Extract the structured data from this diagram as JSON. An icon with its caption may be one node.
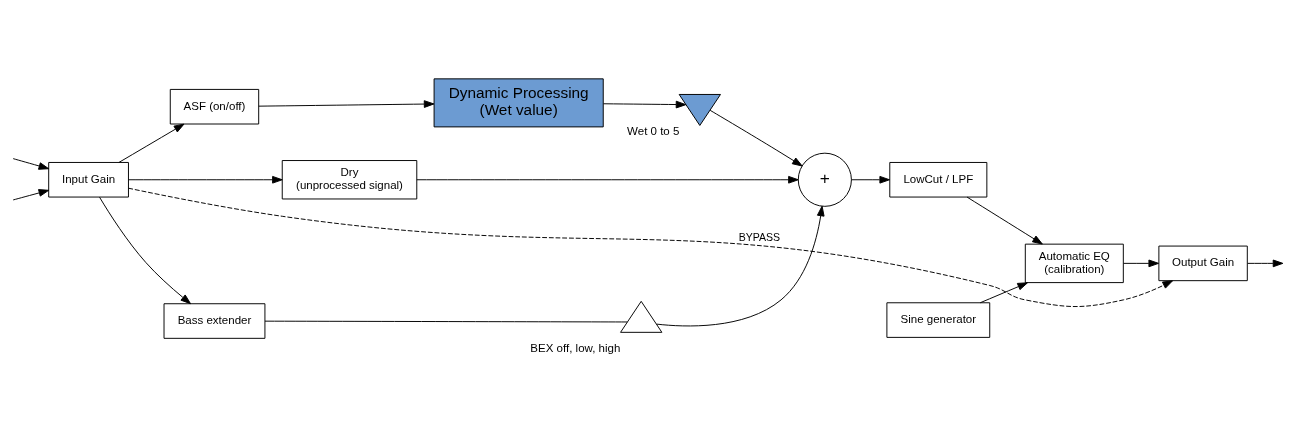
{
  "diagram": {
    "nodes": [
      {
        "text": [
          "ASF (on/off)"
        ]
      },
      {
        "text": [
          "Dynamic Processing",
          "(Wet value)"
        ]
      },
      {
        "text": [
          "Input Gain"
        ]
      },
      {
        "text": [
          "Dry",
          "(unprocessed signal)"
        ]
      },
      {
        "text": [],
        "shape": "triangle",
        "beside": [
          "Wet 0 to 5"
        ]
      },
      {
        "text": [
          "+"
        ]
      },
      {
        "text": [
          "LowCut / LPF"
        ]
      },
      {
        "text": [
          "Sine generator"
        ]
      },
      {
        "text": [
          "Automatic EQ",
          "(calibration)"
        ]
      },
      {
        "text": [
          "Output Gain"
        ]
      },
      {
        "text": [
          "Bass extender"
        ]
      },
      {
        "text": [],
        "shape": "triangle",
        "beside": [
          "BEX off, low, high"
        ]
      }
    ],
    "edges": [
      {
        "from": null,
        "to": 2,
        "arrow": "to"
      },
      {
        "from": null,
        "to": 2,
        "arrow": "to"
      },
      {
        "from": 2,
        "to": 0,
        "arrow": "to"
      },
      {
        "from": 2,
        "to": 3,
        "arrow": "to"
      },
      {
        "from": 2,
        "to": 10,
        "arrow": "to"
      },
      {
        "from": 0,
        "to": 1,
        "arrow": "to"
      },
      {
        "from": 1,
        "to": 4,
        "arrow": "to"
      },
      {
        "from": 4,
        "to": 5,
        "arrow": "to"
      },
      {
        "from": 3,
        "to": 5,
        "arrow": "to"
      },
      {
        "from": 10,
        "to": 11,
        "arrow": "none"
      },
      {
        "from": 11,
        "to": 5,
        "arrow": "to"
      },
      {
        "from": 5,
        "to": 6,
        "arrow": "to"
      },
      {
        "from": 6,
        "to": 8,
        "arrow": "to"
      },
      {
        "from": 7,
        "to": 8,
        "arrow": "to"
      },
      {
        "from": 8,
        "to": 9,
        "arrow": "to"
      },
      {
        "from": 9,
        "to": null,
        "arrow": "to"
      },
      {
        "from": 2,
        "to": 9,
        "arrow": "to",
        "label": "BYPASS",
        "style": "dashed"
      }
    ]
  }
}
